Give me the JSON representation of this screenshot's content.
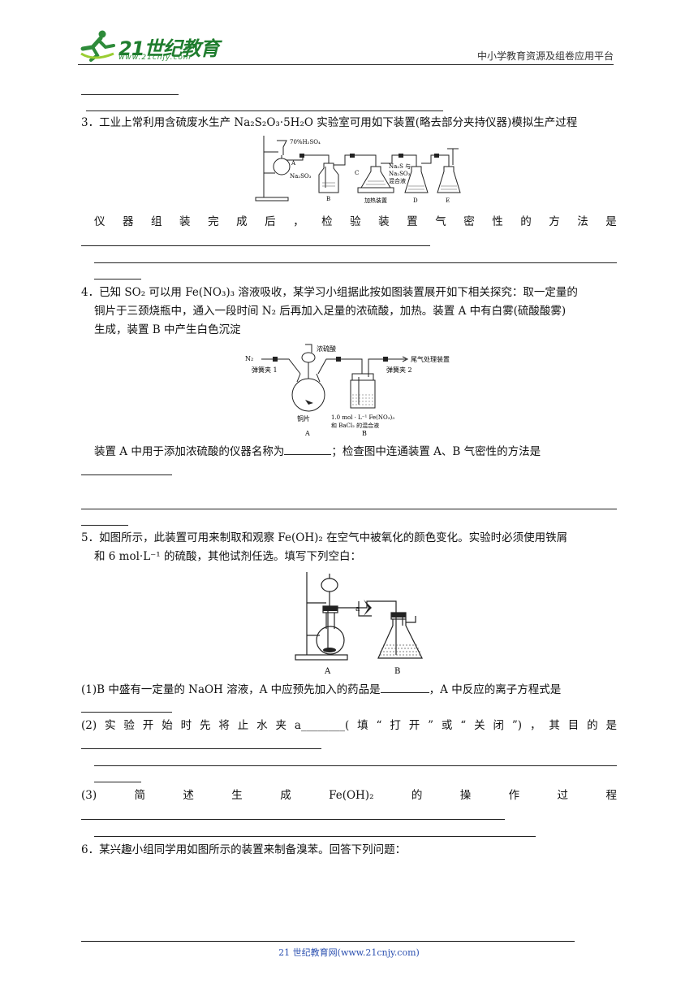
{
  "header": {
    "logo_main": "21世纪教育",
    "logo_url": "www.21cnjy.com",
    "platform": "中小学教育资源及组卷应用平台"
  },
  "q3": {
    "text": "3．工业上常利用含硫废水生产 Na₂S₂O₃·5H₂O 实验室可用如下装置(略去部分夹持仪器)模拟生产过程",
    "question_chars": [
      "仪",
      "器",
      "组",
      "装",
      "完",
      "成",
      "后",
      "，",
      "检",
      "验",
      "装",
      "置",
      "气",
      "密",
      "性",
      "的",
      "方",
      "法",
      "是"
    ],
    "fig": {
      "reagent_top": "70%H₂SO₄",
      "label_a": "A",
      "reagent_flask": "Na₂SO₃",
      "label_b": "B",
      "label_c": "C",
      "reagent_c1": "Na₂S 与",
      "reagent_c2": "Na₂SO₃",
      "reagent_c3": "混合液",
      "heating": "加热装置",
      "label_d": "D",
      "label_e": "E"
    }
  },
  "q4": {
    "line1": "4．已知 SO₂ 可以用 Fe(NO₃)₃ 溶液吸收，某学习小组据此按如图装置展开如下相关探究：取一定量的",
    "line2": "铜片于三颈烧瓶中，通入一段时间 N₂ 后再加入足量的浓硫酸，加热。装置 A 中有白雾(硫酸酸雾)",
    "line3": "生成，装置 B 中产生白色沉淀",
    "fig": {
      "n2": "N₂",
      "acid": "浓硫酸",
      "tail": "尾气处理装置",
      "clamp1": "弹簧夹 1",
      "clamp2": "弹簧夹 2",
      "copper": "铜片",
      "sol1": "1.0 mol · L⁻¹ Fe(NO₃)₃",
      "sol2": "和 BaCl₂ 的混合液",
      "label_a": "A",
      "label_b": "B"
    },
    "question_a": "装置 A 中用于添加浓硫酸的仪器名称为",
    "question_b": "；检查图中连通装置 A、B 气密性的方法是"
  },
  "q5": {
    "line1": "5．如图所示，此装置可用来制取和观察 Fe(OH)₂ 在空气中被氧化的颜色变化。实验时必须使用铁屑",
    "line2": "和 6 mol·L⁻¹ 的硫酸，其他试剂任选。填写下列空白：",
    "fig": {
      "label_a": "A",
      "label_b": "B",
      "clamp": "a"
    },
    "p1_a": "(1)B 中盛有一定量的 NaOH 溶液，A 中应预先加入的药品是",
    "p1_b": "，A 中反应的离子方程式是",
    "p2_chars": [
      "(2)",
      "实",
      "验",
      "开",
      "始",
      "时",
      "先",
      "将",
      "止",
      "水",
      "夹",
      "a________(",
      "填",
      "“",
      "打",
      "开",
      "”",
      "或",
      "“",
      "关",
      "闭",
      "”)",
      "，",
      "其",
      "目",
      "的",
      "是"
    ],
    "p3_chars": [
      "(3)",
      "简",
      "述",
      "生",
      "成",
      "Fe(OH)₂",
      "的",
      "操",
      "作",
      "过",
      "程"
    ]
  },
  "q6": {
    "text": "6．某兴趣小组同学用如图所示的装置来制备溴苯。回答下列问题："
  },
  "footer": {
    "text": "21 世纪教育网(www.21cnjy.com)"
  }
}
